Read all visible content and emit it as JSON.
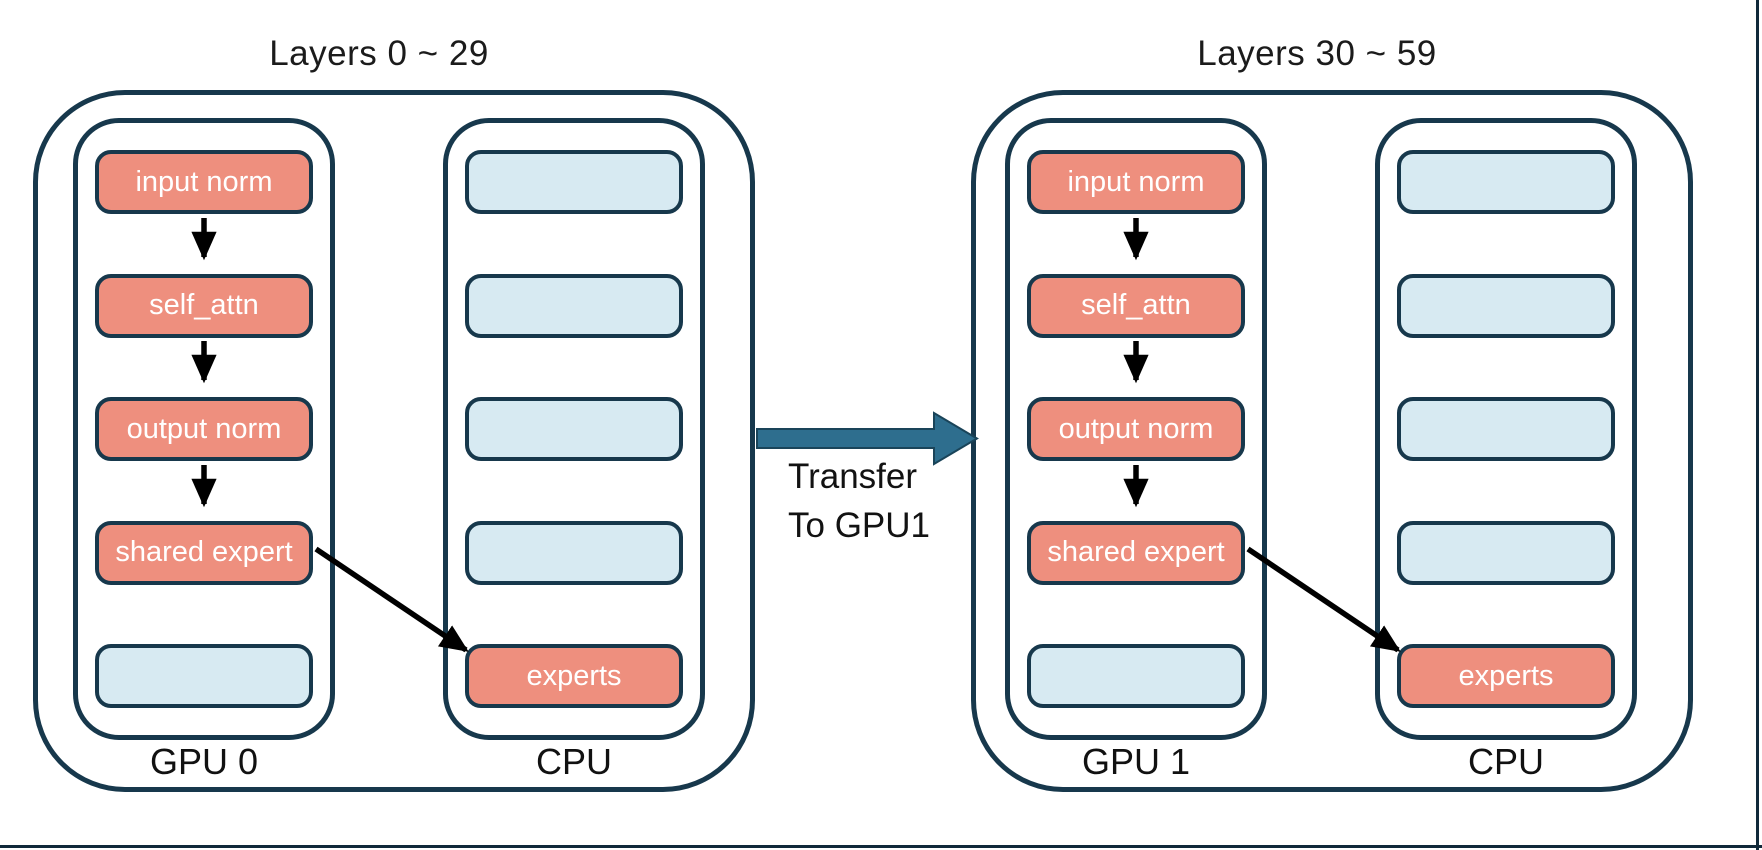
{
  "diagram": {
    "stages": [
      {
        "title": "Layers 0 ~ 29",
        "gpu": {
          "label": "GPU 0",
          "boxes": [
            {
              "label": "input norm",
              "type": "active"
            },
            {
              "label": "self_attn",
              "type": "active"
            },
            {
              "label": "output norm",
              "type": "active"
            },
            {
              "label": "shared expert",
              "type": "active"
            },
            {
              "label": "",
              "type": "empty"
            }
          ]
        },
        "cpu": {
          "label": "CPU",
          "boxes": [
            {
              "label": "",
              "type": "empty"
            },
            {
              "label": "",
              "type": "empty"
            },
            {
              "label": "",
              "type": "empty"
            },
            {
              "label": "",
              "type": "empty"
            },
            {
              "label": "experts",
              "type": "active"
            }
          ]
        }
      },
      {
        "title": "Layers 30 ~ 59",
        "gpu": {
          "label": "GPU 1",
          "boxes": [
            {
              "label": "input norm",
              "type": "active"
            },
            {
              "label": "self_attn",
              "type": "active"
            },
            {
              "label": "output norm",
              "type": "active"
            },
            {
              "label": "shared expert",
              "type": "active"
            },
            {
              "label": "",
              "type": "empty"
            }
          ]
        },
        "cpu": {
          "label": "CPU",
          "boxes": [
            {
              "label": "",
              "type": "empty"
            },
            {
              "label": "",
              "type": "empty"
            },
            {
              "label": "",
              "type": "empty"
            },
            {
              "label": "",
              "type": "empty"
            },
            {
              "label": "experts",
              "type": "active"
            }
          ]
        }
      }
    ],
    "transfer": {
      "line1": "Transfer",
      "line2": "To GPU1"
    },
    "colors": {
      "border_navy": "#17384c",
      "active_box_fill": "#ee8f7e",
      "empty_box_fill": "#d7eaf2",
      "transfer_arrow_fill": "#2e6e8e",
      "flow_arrow": "#000000",
      "box_text": "#ffffff",
      "label_text": "#111111",
      "background": "#ffffff"
    }
  }
}
